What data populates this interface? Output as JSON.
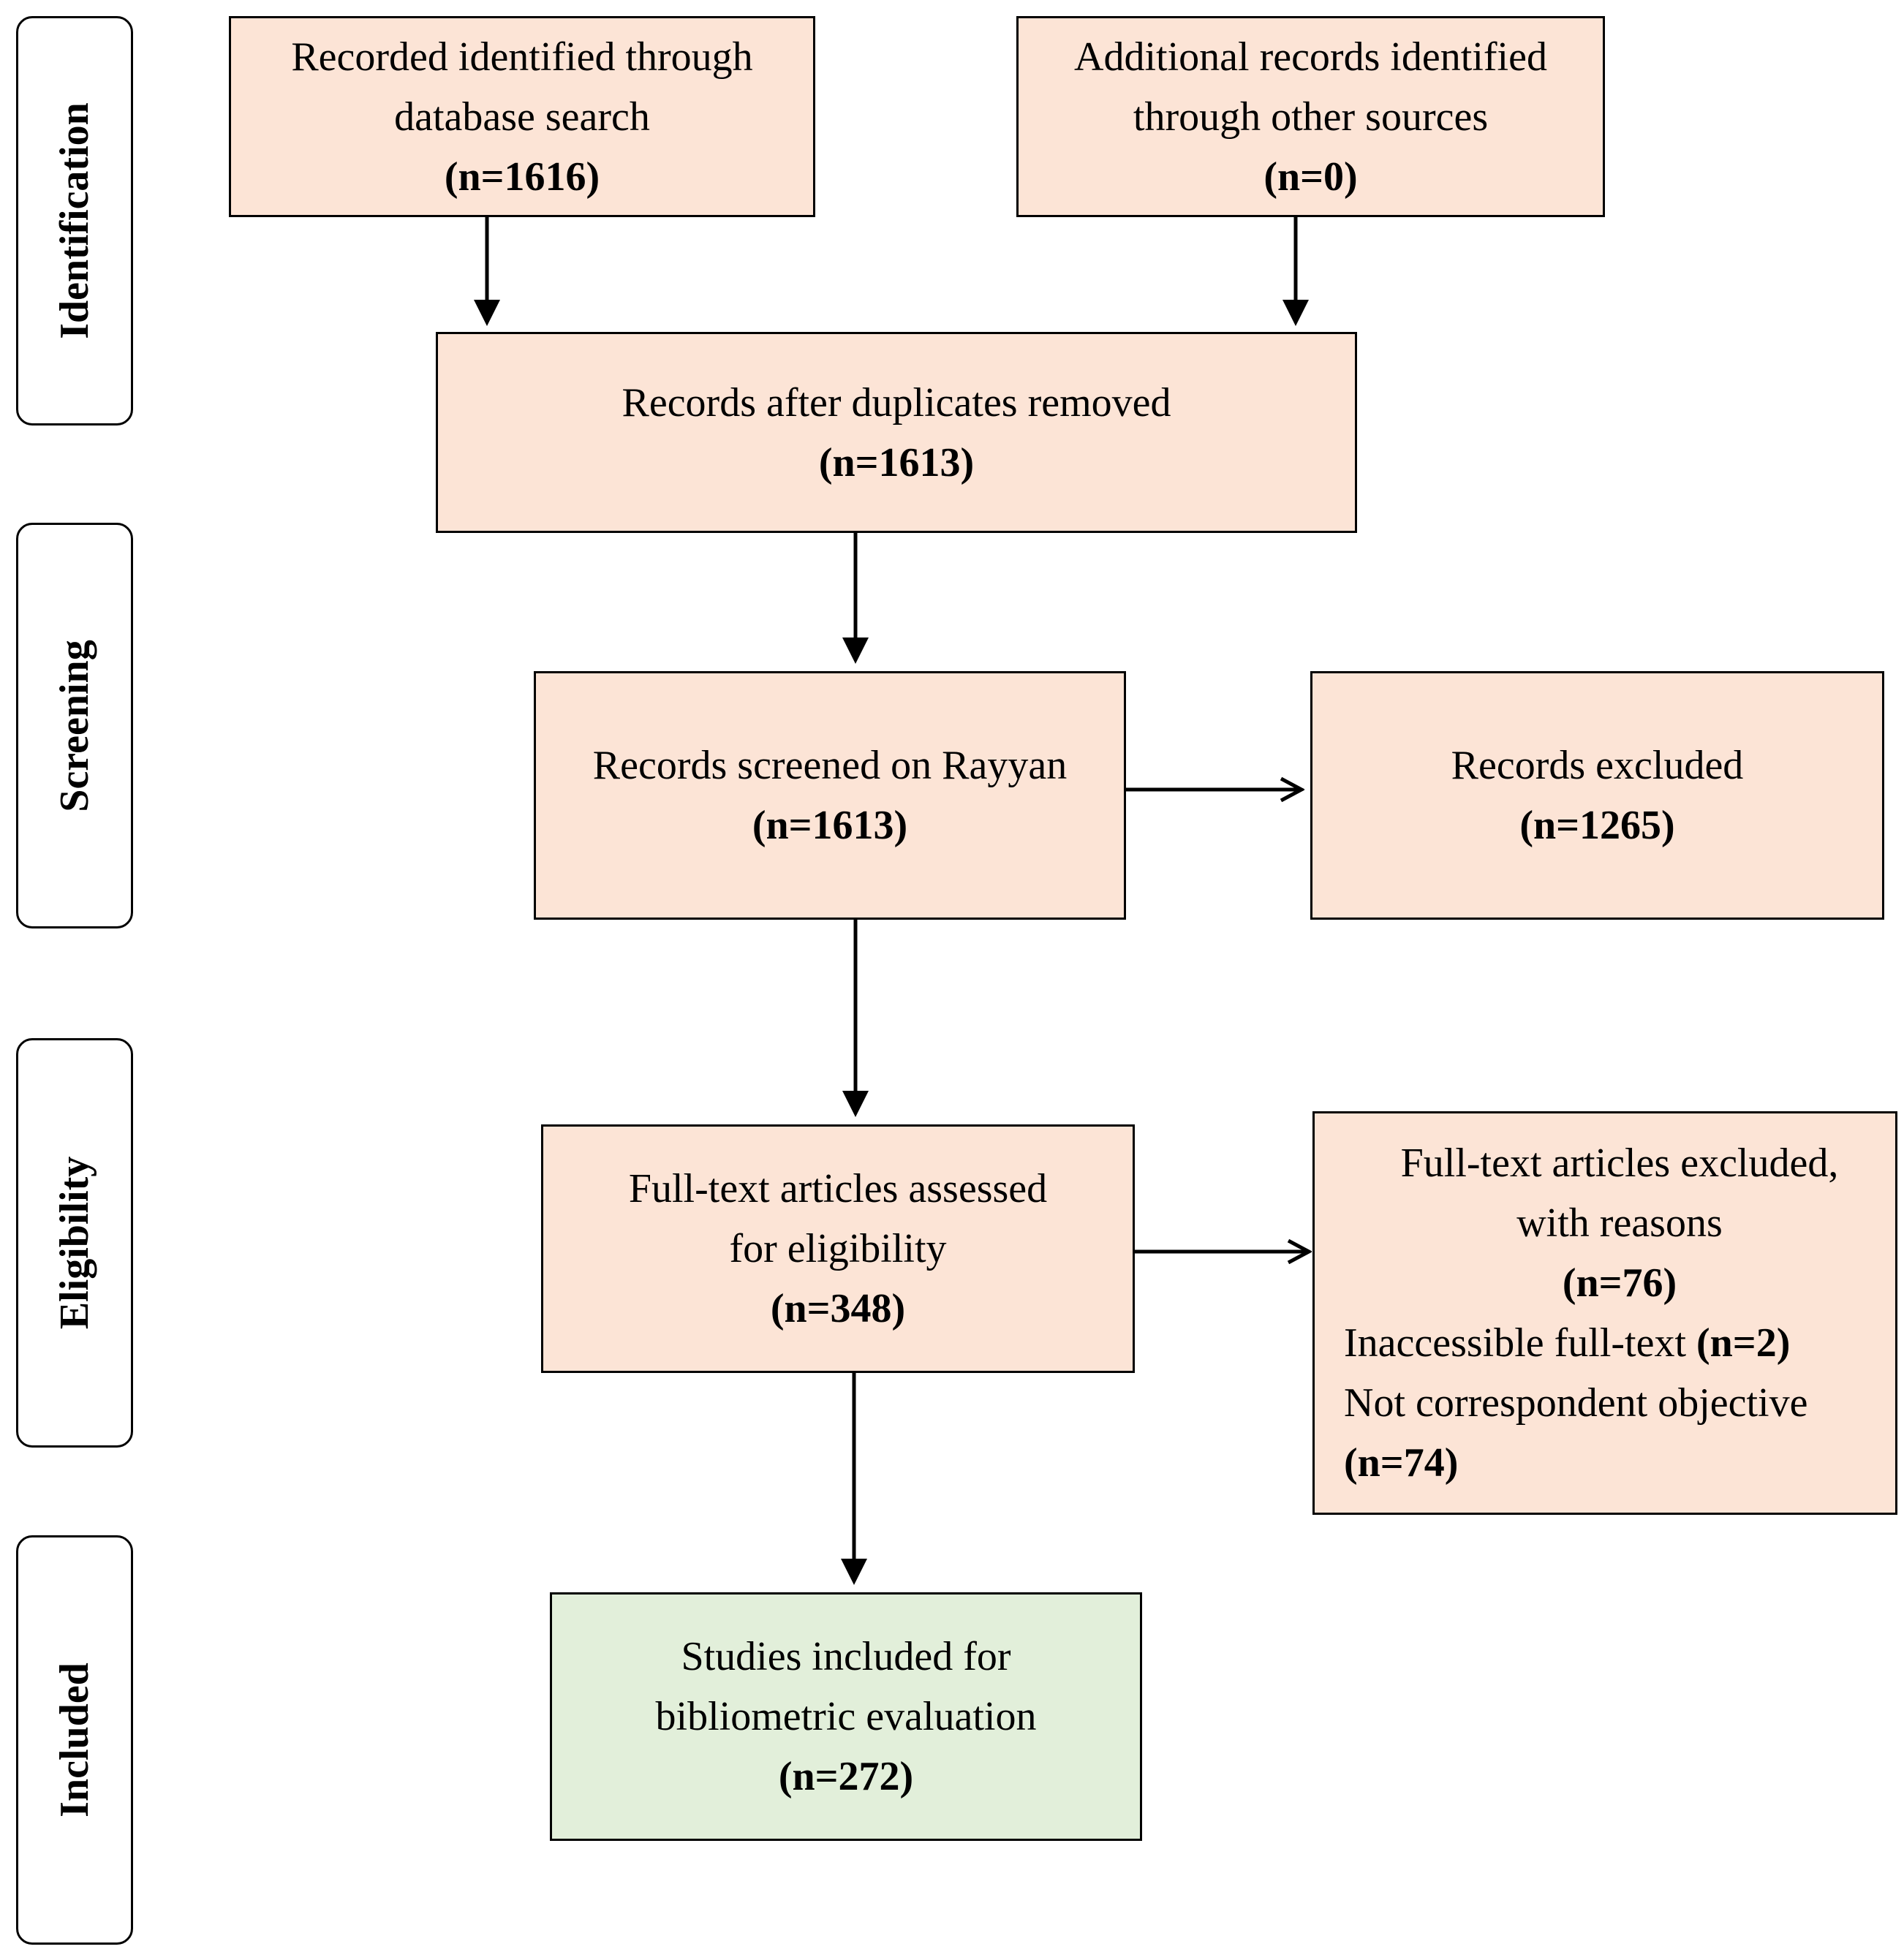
{
  "stages": [
    {
      "id": "identification",
      "label": "Identification"
    },
    {
      "id": "screening",
      "label": "Screening"
    },
    {
      "id": "eligibility",
      "label": "Eligibility"
    },
    {
      "id": "included",
      "label": "Included"
    }
  ],
  "boxes": {
    "database_search": {
      "lines": [
        "Recorded identified through",
        "database search"
      ],
      "count": "(n=1616)"
    },
    "other_sources": {
      "lines": [
        "Additional records identified",
        "through other sources"
      ],
      "count": "(n=0)"
    },
    "after_duplicates": {
      "lines": [
        "Records after duplicates removed"
      ],
      "count": "(n=1613)"
    },
    "screened": {
      "lines": [
        "Records screened on Rayyan"
      ],
      "count": "(n=1613)"
    },
    "excluded": {
      "lines": [
        "Records excluded"
      ],
      "count": "(n=1265)"
    },
    "full_text_assessed": {
      "lines": [
        "Full-text articles assessed",
        "for eligibility"
      ],
      "count": "(n=348)"
    },
    "full_text_excluded": {
      "lines": [
        "Full-text articles excluded,",
        "with reasons"
      ],
      "count": "(n=76)",
      "reason_1_text": "Inaccessible full-text ",
      "reason_1_count": "(n=2)",
      "reason_2_text": "Not correspondent objective",
      "reason_2_count": "(n=74)"
    },
    "included_studies": {
      "lines": [
        "Studies included for",
        "bibliometric evaluation"
      ],
      "count": "(n=272)"
    }
  },
  "colors": {
    "process_fill": "#fce4d6",
    "included_fill": "#e2efda",
    "stroke": "#000000"
  }
}
